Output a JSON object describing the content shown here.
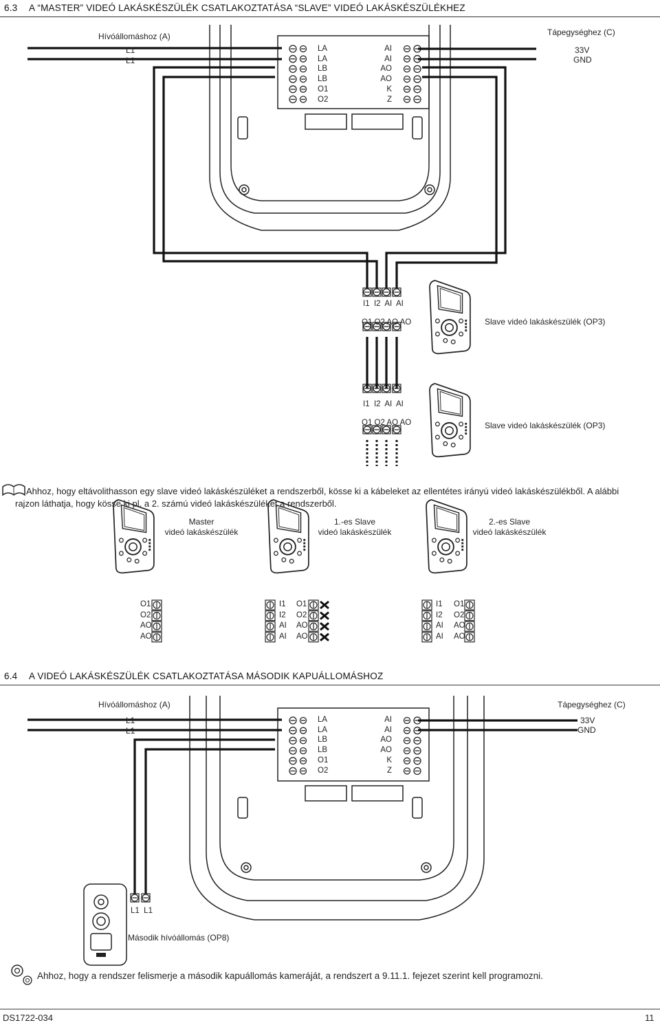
{
  "s63": {
    "num": "6.3",
    "title": "A “MASTER” VIDEÓ LAKÁSKÉSZÜLÉK CSATLAKOZTATÁSA “SLAVE” VIDEÓ LAKÁSKÉSZÜLÉKHEZ",
    "hivo": "Hívóállomáshoz (A)",
    "tape": "Tápegységhez (C)",
    "l1a": "L1",
    "l1b": "L1",
    "v33": "33V",
    "gnd": "GND",
    "left_terms": [
      "LA",
      "LA",
      "LB",
      "LB",
      "O1",
      "O2"
    ],
    "right_terms": [
      "AI",
      "AI",
      "AO",
      "AO",
      "K",
      "Z"
    ],
    "slave_top": "I1  I2  AI  AI",
    "slave_bot": "O1 O2 AO AO",
    "slave_label": "Slave videó lakáskészülék (OP3)"
  },
  "note1": {
    "line1": "Ahhoz, hogy eltávolithasson egy slave videó lakáskészüléket a rendszerből,  kösse ki a kábeleket az ellentétes irányú videó lakáskészülékből. A alábbi",
    "line2": "rajzon láthatja, hogy kösse ki pl. a 2. számú videó lakáskészüléket a rendszerből."
  },
  "diagram": {
    "master_l1": "Master",
    "master_l2": "videó lakáskészülék",
    "s1_l1": "1.-es Slave",
    "s1_l2": "videó lakáskészülék",
    "s2_l1": "2.-es Slave",
    "s2_l2": "videó lakáskészülék",
    "o_terms": [
      "O1",
      "O2",
      "AO",
      "AO"
    ],
    "i_terms": [
      "I1",
      "I2",
      "AI",
      "AI"
    ]
  },
  "s64": {
    "num": "6.4",
    "title": "A VIDEÓ LAKÁSKÉSZÜLÉK CSATLAKOZTATÁSA MÁSODIK KAPUÁLLOMÁSHOZ",
    "hivo": "Hívóállomáshoz (A)",
    "tape": "Tápegységhez (C)",
    "l1a": "L1",
    "l1b": "L1",
    "v33": "33V",
    "gnd": "GND",
    "left_terms": [
      "LA",
      "LA",
      "LB",
      "LB",
      "O1",
      "O2"
    ],
    "right_terms": [
      "AI",
      "AI",
      "AO",
      "AO",
      "K",
      "Z"
    ],
    "door_terms": "L1  L1",
    "door_label": "Második hívóállomás (OP8)"
  },
  "note2": "Ahhoz, hogy a rendszer felismerje a második kapuállomás kameráját, a rendszert a 9.11.1. fejezet szerint kell programozni.",
  "footer": {
    "code": "DS1722-034",
    "page": "11"
  }
}
